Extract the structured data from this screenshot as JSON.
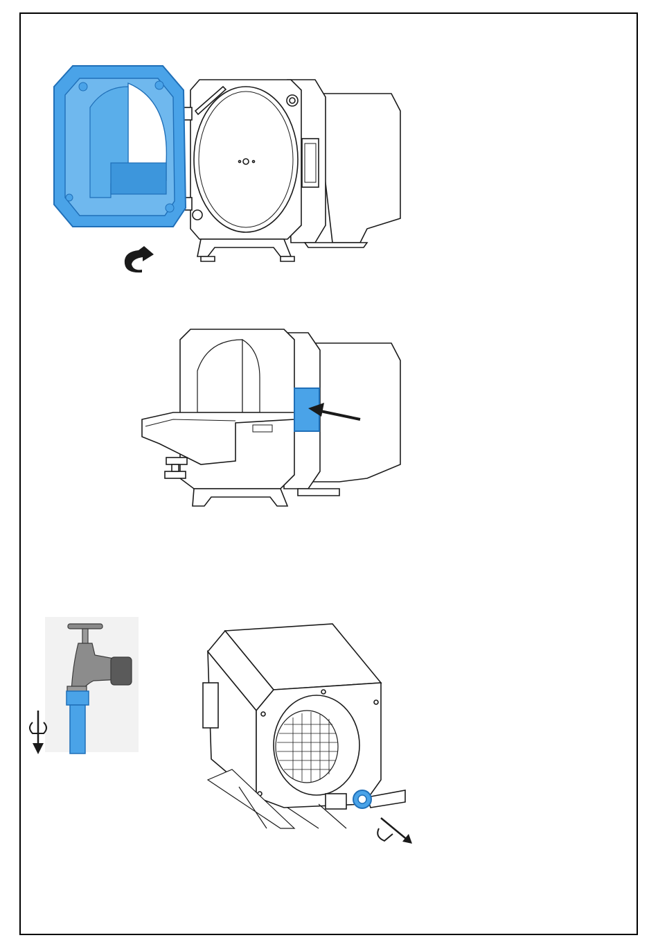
{
  "colors": {
    "accent_blue": "#4aa3e8",
    "accent_blue_dark": "#1f6fb8",
    "line": "#1a1a1a",
    "frame": "#000000"
  },
  "figures": [
    {
      "id": "open-lid",
      "icons": [
        "rotate-open-arrow-icon"
      ]
    },
    {
      "id": "insert-filter",
      "icons": [
        "push-arrow-icon"
      ]
    },
    {
      "id": "water-tap",
      "icons": [
        "unscrew-down-arrow-icon"
      ]
    },
    {
      "id": "rear-connection",
      "icons": [
        "unscrew-diagonal-arrow-icon"
      ]
    }
  ]
}
